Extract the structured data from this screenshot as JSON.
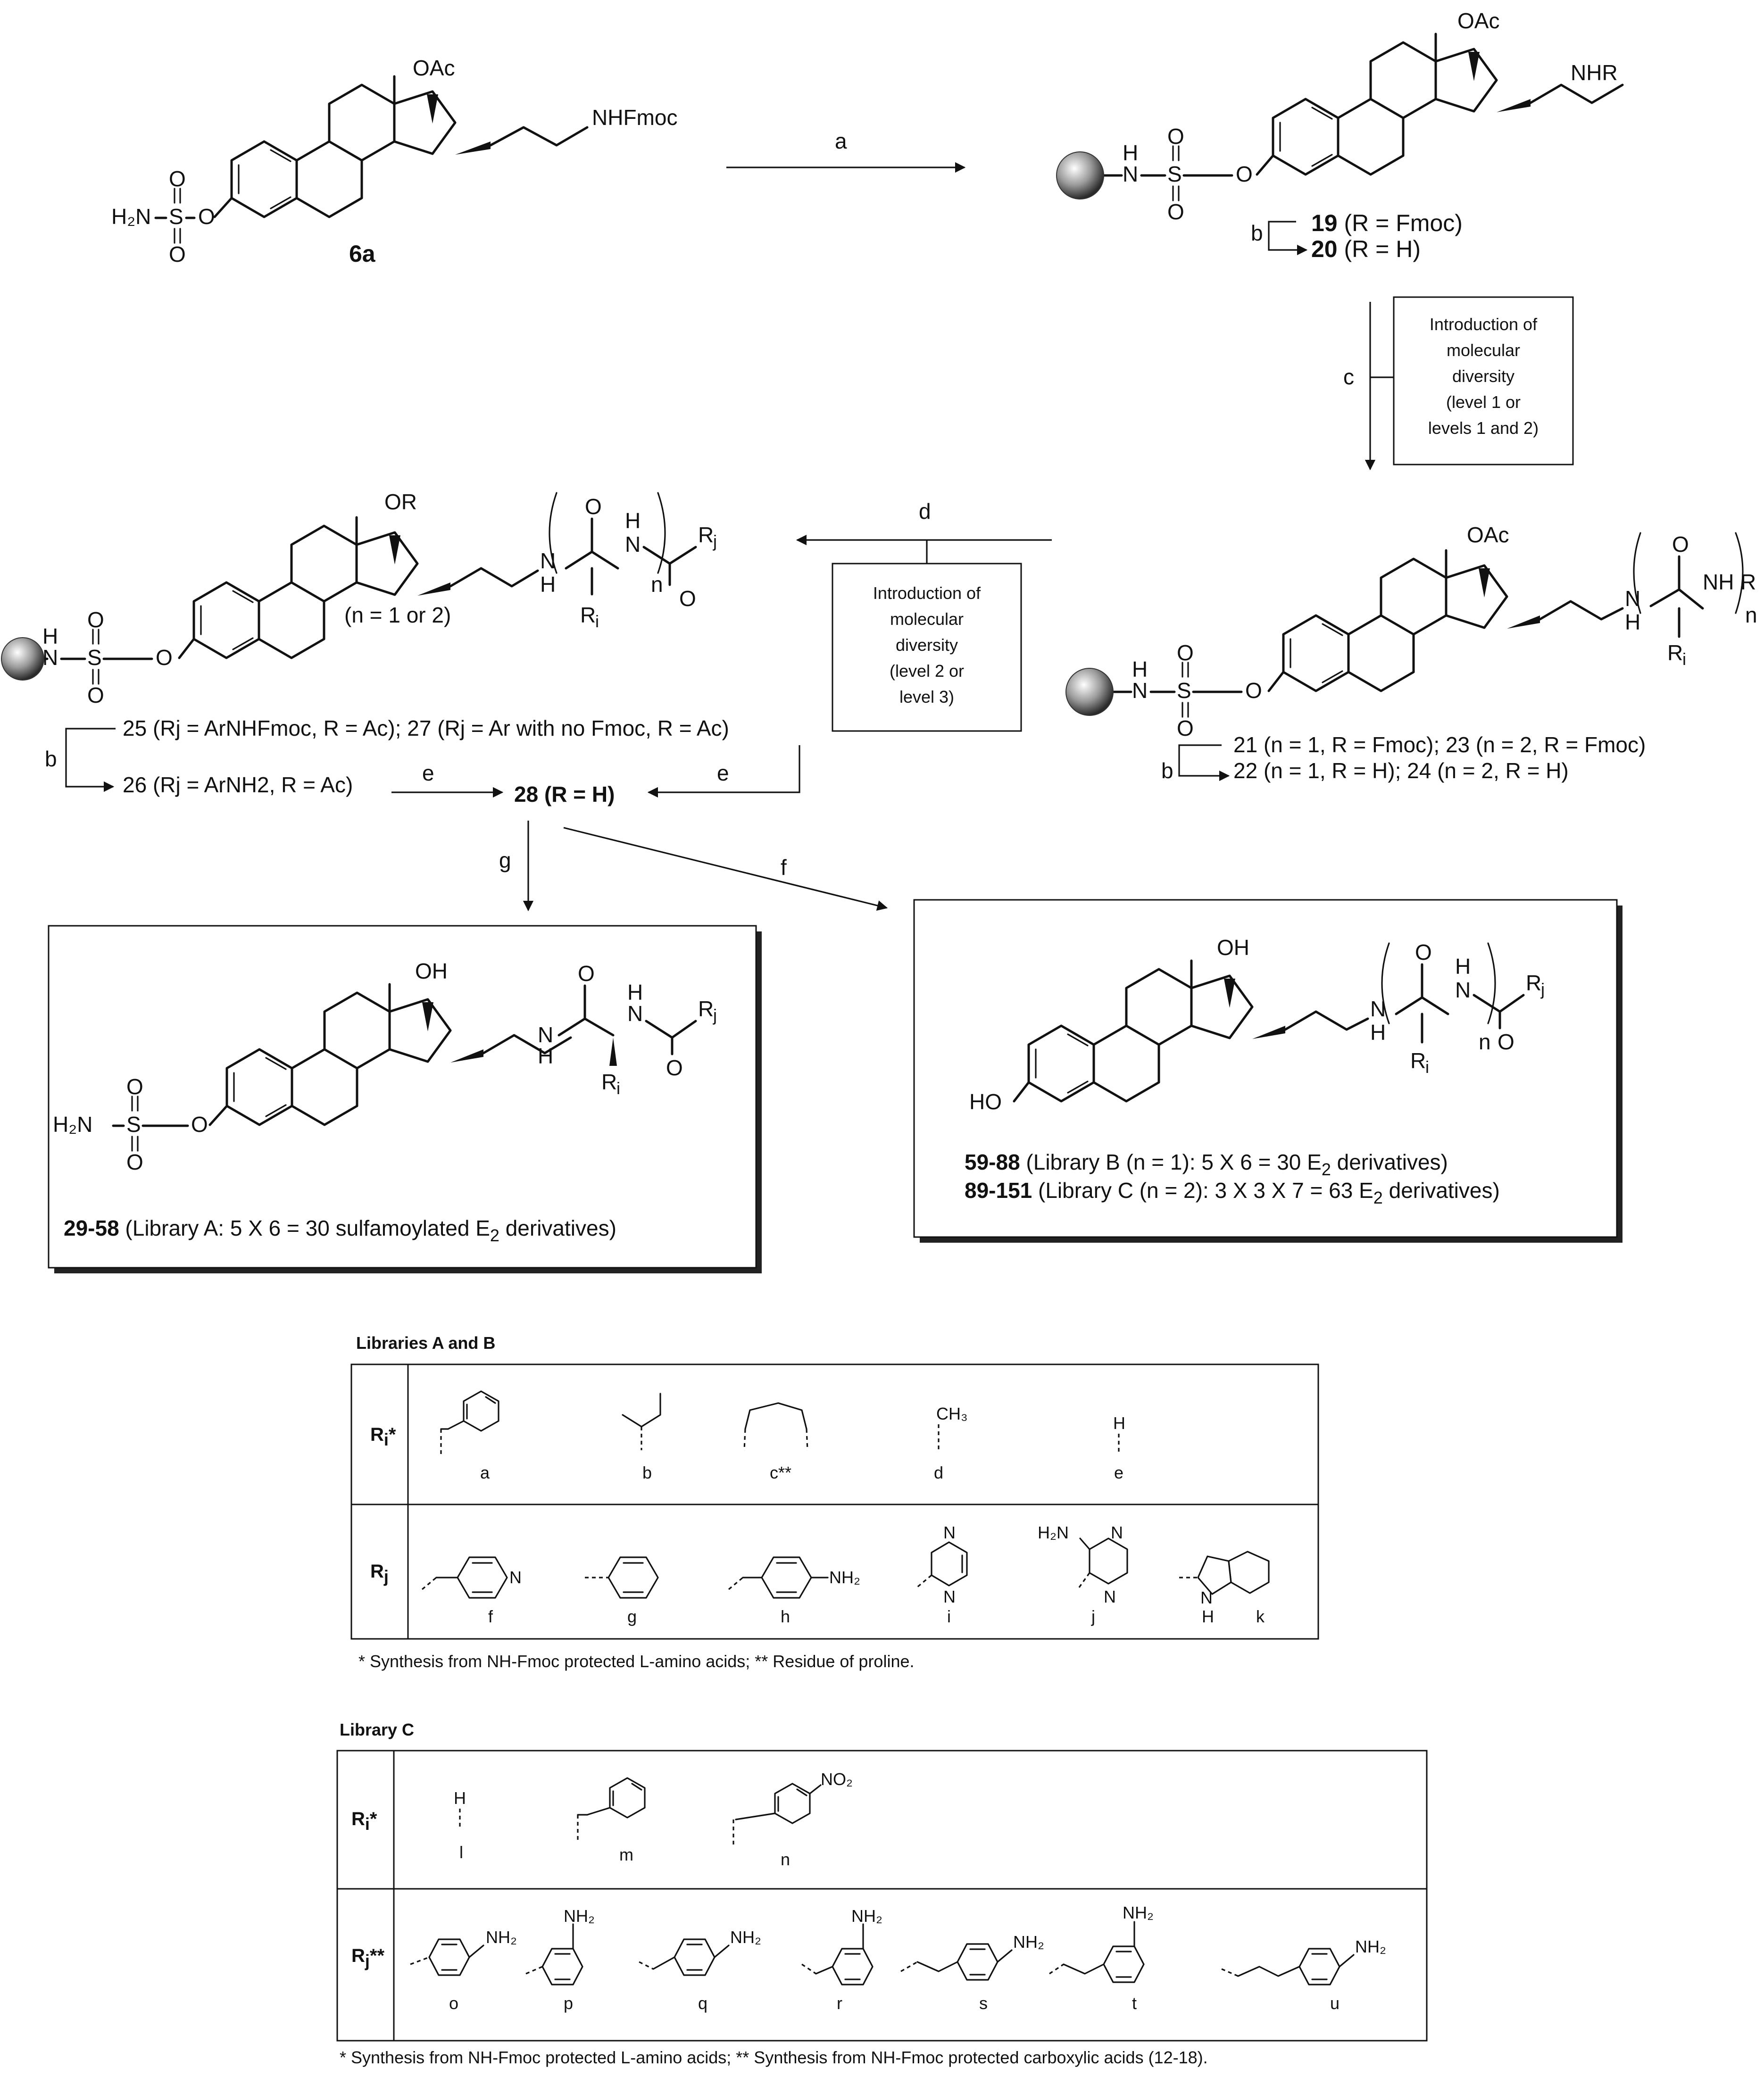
{
  "scheme": {
    "arrows": {
      "a": "a",
      "b": "b",
      "c": "c",
      "d": "d",
      "e": "e",
      "f": "f",
      "g": "g"
    },
    "compound_6a": {
      "id": "6a",
      "oac": "OAc",
      "nh": "NHFmoc",
      "h2n": "H₂N",
      "s": "S",
      "o": "O"
    },
    "compound_19_20": {
      "oac": "OAc",
      "nhr": "NHR",
      "nh": "H",
      "n": "N",
      "s": "S",
      "o": "O",
      "line1_num": "19",
      "line1_txt": " (R = Fmoc)",
      "line2_num": "20",
      "line2_txt": " (R = H)"
    },
    "diversity_box_c": [
      "Introduction of",
      "molecular",
      "diversity",
      "(level 1 or",
      "levels 1 and 2)"
    ],
    "diversity_box_d": [
      "Introduction of",
      "molecular",
      "diversity",
      "(level 2 or",
      "level 3)"
    ],
    "compound_21_24": {
      "oac": "OAc",
      "nh": "NH",
      "r": "R",
      "n": "n",
      "ri": "R",
      "ri_sub": "i",
      "o": "O",
      "h": "H",
      "line1": "21 (n = 1, R = Fmoc); 23 (n = 2, R = Fmoc)",
      "line2": "22 (n = 1, R = H); 24 (n = 2, R = H)"
    },
    "compound_25_27": {
      "or": "OR",
      "n_note": "(n = 1 or 2)",
      "rj": "R",
      "rj_sub": "j",
      "ri": "R",
      "ri_sub": "i",
      "n": "n",
      "o": "O",
      "h": "H",
      "line1": "25 (Rj = ArNHFmoc, R = Ac); 27 (Rj = Ar with no Fmoc, R = Ac)",
      "line2": "26 (Rj = ArNH2, R = Ac)",
      "line3": "28 (R = H)"
    },
    "library_a_box": {
      "oh": "OH",
      "h2n": "H₂N",
      "rj": "R",
      "rj_sub": "j",
      "ri": "R",
      "ri_sub": "i",
      "caption_num": "29-58",
      "caption": " (Library A: 5 X 6 = 30 sulfamoylated E",
      "caption_sub": "2",
      "caption_end": " derivatives)"
    },
    "library_bc_box": {
      "oh": "OH",
      "ho": "HO",
      "rj": "R",
      "rj_sub": "j",
      "ri": "R",
      "ri_sub": "i",
      "n": "n",
      "line1_num": "59-88",
      "line1": "   (Library B (n = 1): 5 X 6 = 30 E",
      "line1_sub": "2",
      "line1_end": " derivatives)",
      "line2_num": "89-151",
      "line2": " (Library C (n = 2): 3 X 3 X 7 = 63 E",
      "line2_sub": "2",
      "line2_end": " derivatives)"
    }
  },
  "table_ab": {
    "title": "Libraries A and B",
    "row_ri": "R",
    "row_ri_sub": "i",
    "row_ri_mark": "*",
    "row_rj": "R",
    "row_rj_sub": "j",
    "ri_items": [
      "a",
      "b",
      "c**",
      "d",
      "e"
    ],
    "ri_d_label": "CH₃",
    "ri_e_label": "H",
    "rj_items": [
      "f",
      "g",
      "h",
      "i",
      "j",
      "k"
    ],
    "rj_labels": {
      "pyr_n": "N",
      "nh2": "NH₂",
      "h2n": "H₂N",
      "n": "N",
      "indole_n": "N",
      "indole_h": "H"
    },
    "footnote": "* Synthesis from NH-Fmoc protected L-amino acids; ** Residue of proline."
  },
  "table_c": {
    "title": "Library C",
    "row_ri": "R",
    "row_ri_sub": "i",
    "row_ri_mark": "*",
    "row_rj": "R",
    "row_rj_sub": "j",
    "row_rj_mark": "**",
    "ri_items": [
      "l",
      "m",
      "n"
    ],
    "ri_l_label": "H",
    "no2": "NO₂",
    "rj_items": [
      "o",
      "p",
      "q",
      "r",
      "s",
      "t",
      "u"
    ],
    "nh2": "NH₂",
    "footnote": "* Synthesis from NH-Fmoc protected L-amino acids; ** Synthesis from NH-Fmoc protected carboxylic acids (12-18)."
  }
}
